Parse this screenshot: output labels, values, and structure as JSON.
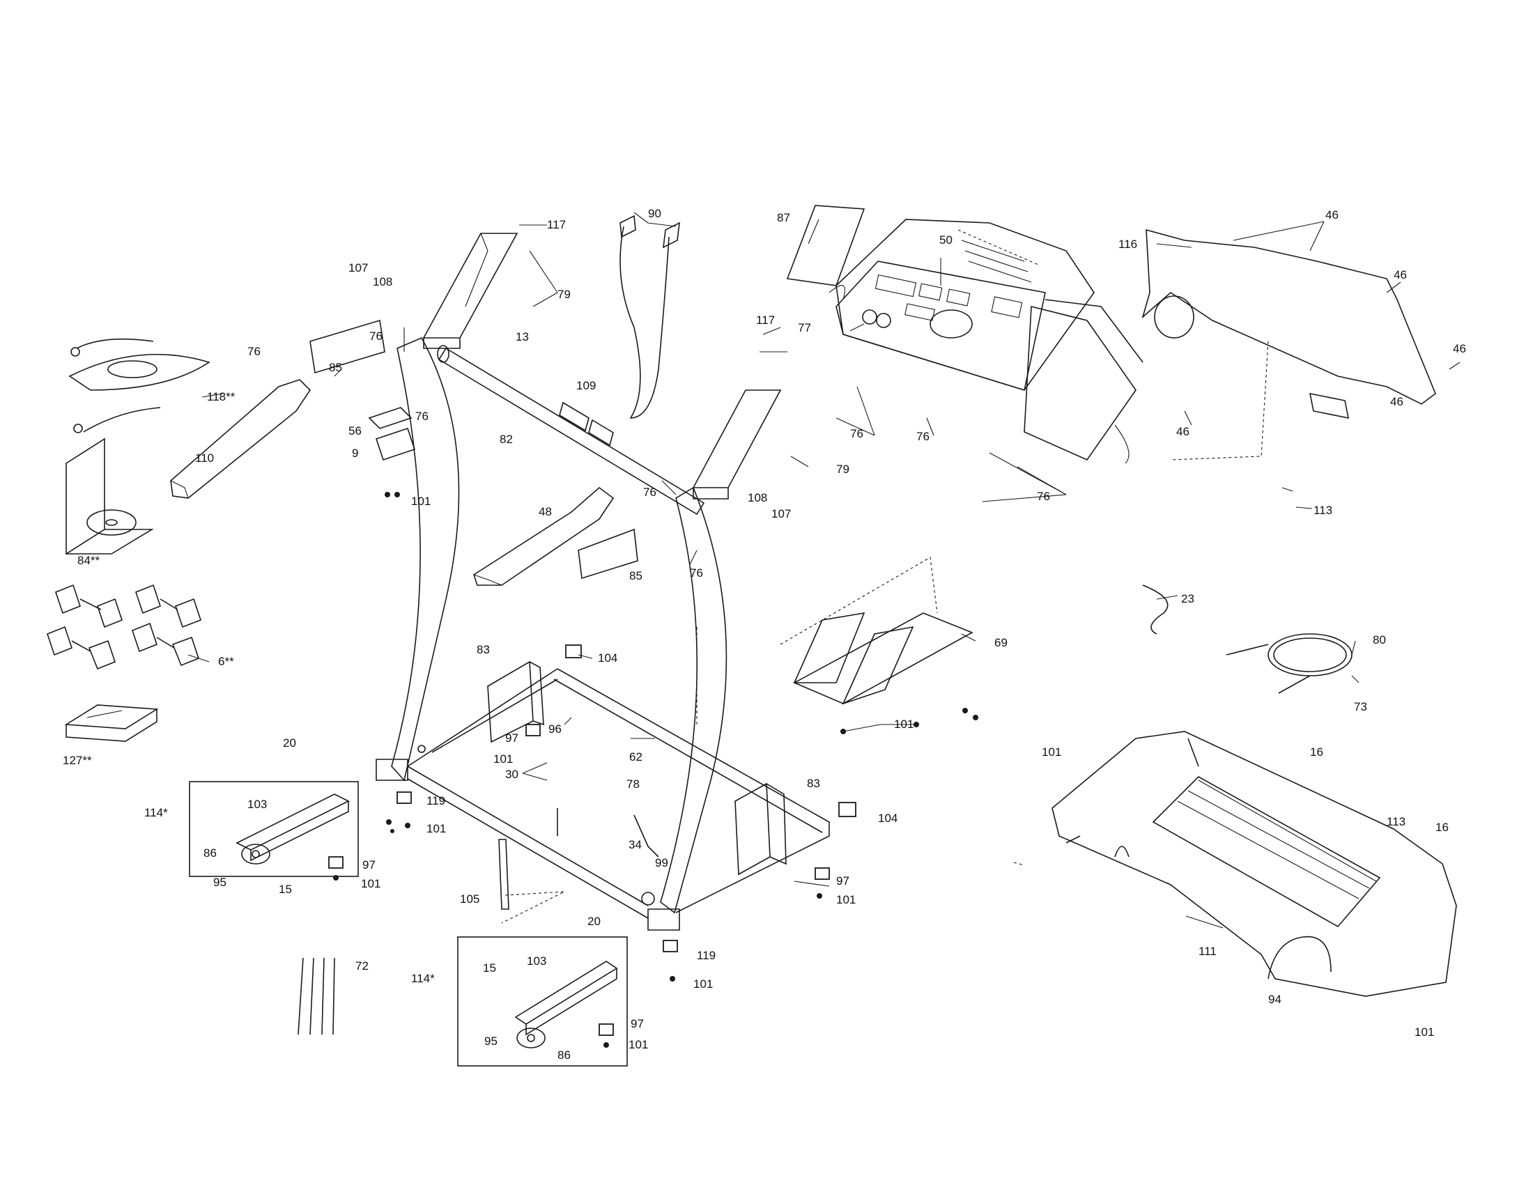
{
  "callouts": [
    {
      "id": "c117a",
      "text": "117"
    },
    {
      "id": "c90",
      "text": "90"
    },
    {
      "id": "c87",
      "text": "87"
    },
    {
      "id": "c50",
      "text": "50"
    },
    {
      "id": "c46a",
      "text": "46"
    },
    {
      "id": "c116",
      "text": "116"
    },
    {
      "id": "c46b",
      "text": "46"
    },
    {
      "id": "c46c",
      "text": "46"
    },
    {
      "id": "c107a",
      "text": "107"
    },
    {
      "id": "c108a",
      "text": "108"
    },
    {
      "id": "c79a",
      "text": "79"
    },
    {
      "id": "c117b",
      "text": "117"
    },
    {
      "id": "c77",
      "text": "77"
    },
    {
      "id": "c13",
      "text": "13"
    },
    {
      "id": "c76a",
      "text": "76"
    },
    {
      "id": "c76b",
      "text": "76"
    },
    {
      "id": "c85a",
      "text": "85"
    },
    {
      "id": "c118",
      "text": "118**"
    },
    {
      "id": "c76c",
      "text": "76"
    },
    {
      "id": "c109",
      "text": "109"
    },
    {
      "id": "c46d",
      "text": "46"
    },
    {
      "id": "c56",
      "text": "56"
    },
    {
      "id": "c76d",
      "text": "76"
    },
    {
      "id": "c76e",
      "text": "76"
    },
    {
      "id": "c82",
      "text": "82"
    },
    {
      "id": "c9",
      "text": "9"
    },
    {
      "id": "c110",
      "text": "110"
    },
    {
      "id": "c79b",
      "text": "79"
    },
    {
      "id": "c101a",
      "text": "101"
    },
    {
      "id": "c76f",
      "text": "76"
    },
    {
      "id": "c76g",
      "text": "76"
    },
    {
      "id": "c46e",
      "text": "46"
    },
    {
      "id": "c108b",
      "text": "108"
    },
    {
      "id": "c113a",
      "text": "113"
    },
    {
      "id": "c48",
      "text": "48"
    },
    {
      "id": "c107b",
      "text": "107"
    },
    {
      "id": "c84",
      "text": "84**"
    },
    {
      "id": "c85b",
      "text": "85"
    },
    {
      "id": "c76h",
      "text": "76"
    },
    {
      "id": "c23",
      "text": "23"
    },
    {
      "id": "c83a",
      "text": "83"
    },
    {
      "id": "c104a",
      "text": "104"
    },
    {
      "id": "c69",
      "text": "69"
    },
    {
      "id": "c80",
      "text": "80"
    },
    {
      "id": "c6",
      "text": "6**"
    },
    {
      "id": "c73",
      "text": "73"
    },
    {
      "id": "c101b",
      "text": "101"
    },
    {
      "id": "c96",
      "text": "96"
    },
    {
      "id": "c97a",
      "text": "97"
    },
    {
      "id": "c127",
      "text": "127**"
    },
    {
      "id": "c20a",
      "text": "20"
    },
    {
      "id": "c101c",
      "text": "101"
    },
    {
      "id": "c62",
      "text": "62"
    },
    {
      "id": "c30",
      "text": "30"
    },
    {
      "id": "c101d",
      "text": "101"
    },
    {
      "id": "c16a",
      "text": "16"
    },
    {
      "id": "c78",
      "text": "78"
    },
    {
      "id": "c83b",
      "text": "83"
    },
    {
      "id": "c103a",
      "text": "103"
    },
    {
      "id": "c119a",
      "text": "119"
    },
    {
      "id": "c114a",
      "text": "114*"
    },
    {
      "id": "c101e",
      "text": "101"
    },
    {
      "id": "c104b",
      "text": "104"
    },
    {
      "id": "c113b",
      "text": "113"
    },
    {
      "id": "c16b",
      "text": "16"
    },
    {
      "id": "c86a",
      "text": "86"
    },
    {
      "id": "c34",
      "text": "34"
    },
    {
      "id": "c99",
      "text": "99"
    },
    {
      "id": "c97b",
      "text": "97"
    },
    {
      "id": "c95a",
      "text": "95"
    },
    {
      "id": "c15a",
      "text": "15"
    },
    {
      "id": "c101f",
      "text": "101"
    },
    {
      "id": "c97c",
      "text": "97"
    },
    {
      "id": "c101g",
      "text": "101"
    },
    {
      "id": "c105",
      "text": "105"
    },
    {
      "id": "c20b",
      "text": "20"
    },
    {
      "id": "c111",
      "text": "111"
    },
    {
      "id": "c119b",
      "text": "119"
    },
    {
      "id": "c72",
      "text": "72"
    },
    {
      "id": "c15b",
      "text": "15"
    },
    {
      "id": "c103b",
      "text": "103"
    },
    {
      "id": "c114b",
      "text": "114*"
    },
    {
      "id": "c101h",
      "text": "101"
    },
    {
      "id": "c94",
      "text": "94"
    },
    {
      "id": "c97d",
      "text": "97"
    },
    {
      "id": "c95b",
      "text": "95"
    },
    {
      "id": "c101i",
      "text": "101"
    },
    {
      "id": "c86b",
      "text": "86"
    },
    {
      "id": "c101j",
      "text": "101"
    }
  ]
}
